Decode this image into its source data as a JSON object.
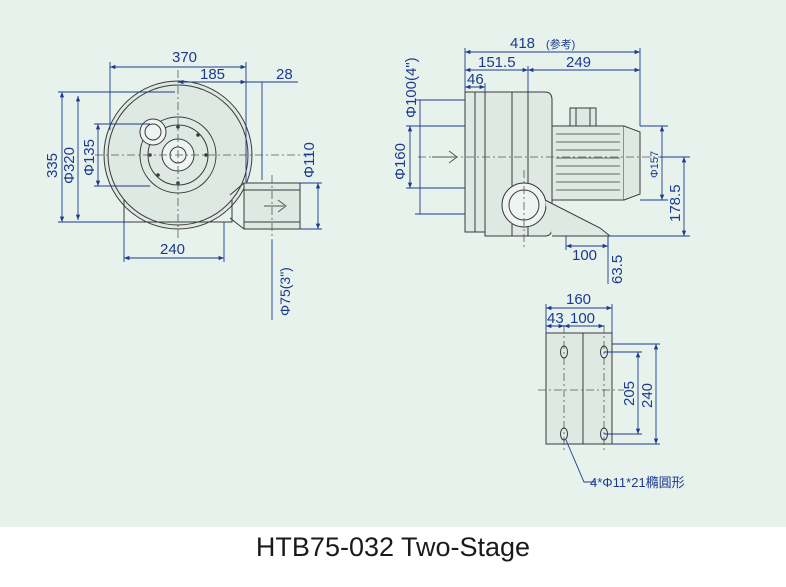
{
  "caption": "HTB75-032 Two-Stage",
  "colors": {
    "panel": "#e8f2ed",
    "dimension": "#1c3a8e",
    "outline": "#3a3a3a",
    "centerline": "#555555"
  },
  "front_view": {
    "width_overall": "370",
    "width_center": "185",
    "outlet_offset": "28",
    "height_overall": "335",
    "casing_dia": "Φ320",
    "inlet_dia": "Φ135",
    "outlet_dia": "Φ110",
    "base_width": "240",
    "outlet_pipe": "Φ75(3\")"
  },
  "side_view": {
    "length_overall": "418",
    "length_note": "(参考)",
    "length_a": "151.5",
    "length_b": "249",
    "flange": "46",
    "inlet_pipe": "Φ100(4\")",
    "casing_dia": "Φ160",
    "motor_dia": "Φ157",
    "height": "178.5",
    "base_a": "100",
    "base_b": "63.5"
  },
  "base_view": {
    "width": "160",
    "hole_a": "43",
    "hole_b": "100",
    "depth_holes": "205",
    "depth_overall": "240",
    "mount_note": "4*Φ11*21橢圓形"
  }
}
